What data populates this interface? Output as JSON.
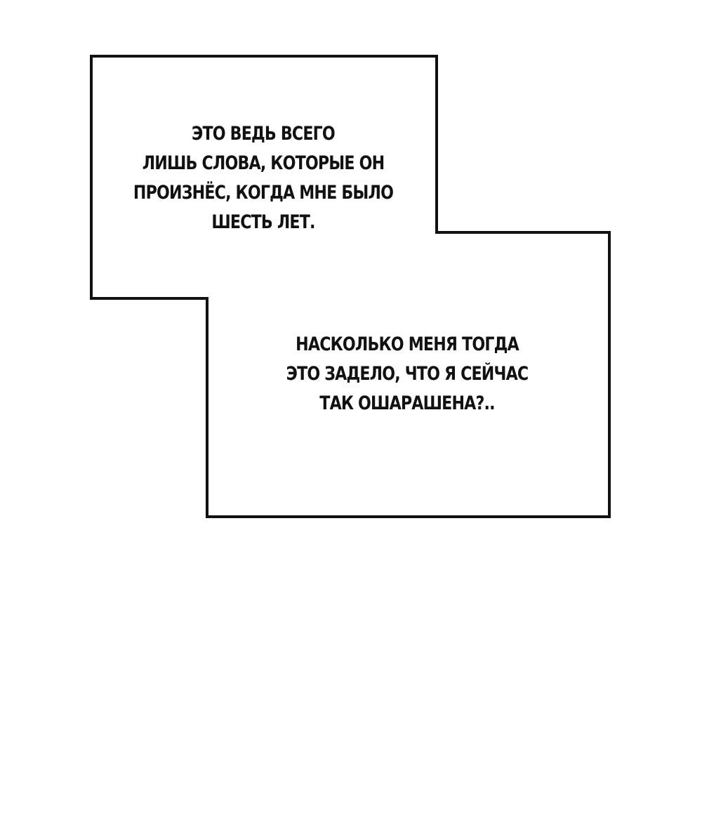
{
  "panel": {
    "border_color": "#111111",
    "background_color": "#ffffff",
    "caption_1": {
      "lines": [
        "ЭТО ВЕДЬ ВСЕГО",
        "ЛИШЬ СЛОВА, КОТОРЫЕ ОН",
        "ПРОИЗНЁС, КОГДА МНЕ БЫЛО",
        "ШЕСТЬ ЛЕТ."
      ]
    },
    "caption_2": {
      "lines": [
        "НАСКОЛЬКО МЕНЯ ТОГДА",
        "ЭТО ЗАДЕЛО, ЧТО Я СЕЙЧАС",
        "ТАК ОШАРАШЕНА?.."
      ]
    }
  }
}
